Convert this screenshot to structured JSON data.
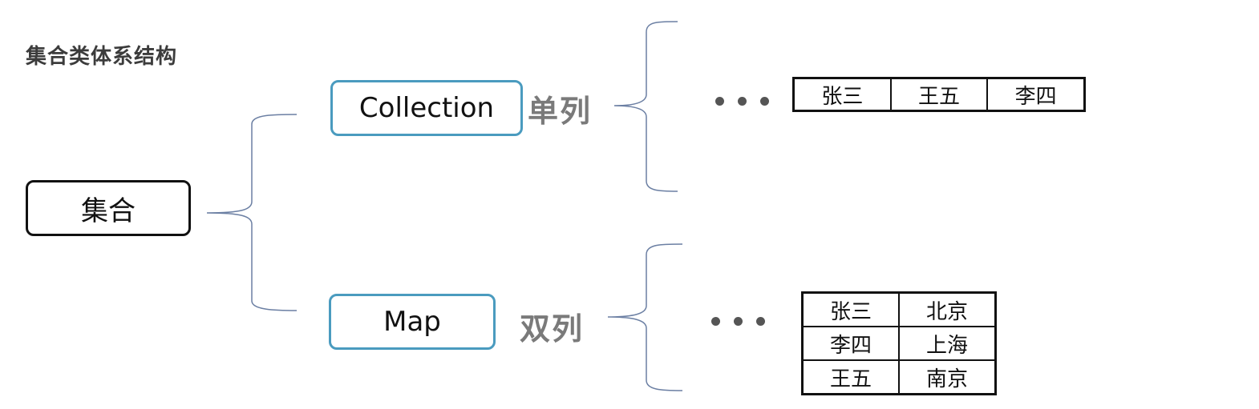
{
  "page_title": "集合类体系结构",
  "root": {
    "label": "集合"
  },
  "collection": {
    "label": "Collection",
    "type_label": "单列",
    "table": [
      [
        "张三",
        "王五",
        "李四"
      ]
    ]
  },
  "map": {
    "label": "Map",
    "type_label": "双列",
    "table": [
      [
        "张三",
        "北京"
      ],
      [
        "李四",
        "上海"
      ],
      [
        "王五",
        "南京"
      ]
    ]
  },
  "colors": {
    "node_border": "#111111",
    "branch_border": "#4a9bbf",
    "brace_line": "#6b7fa3",
    "label_gray": "#7a7a7a"
  }
}
